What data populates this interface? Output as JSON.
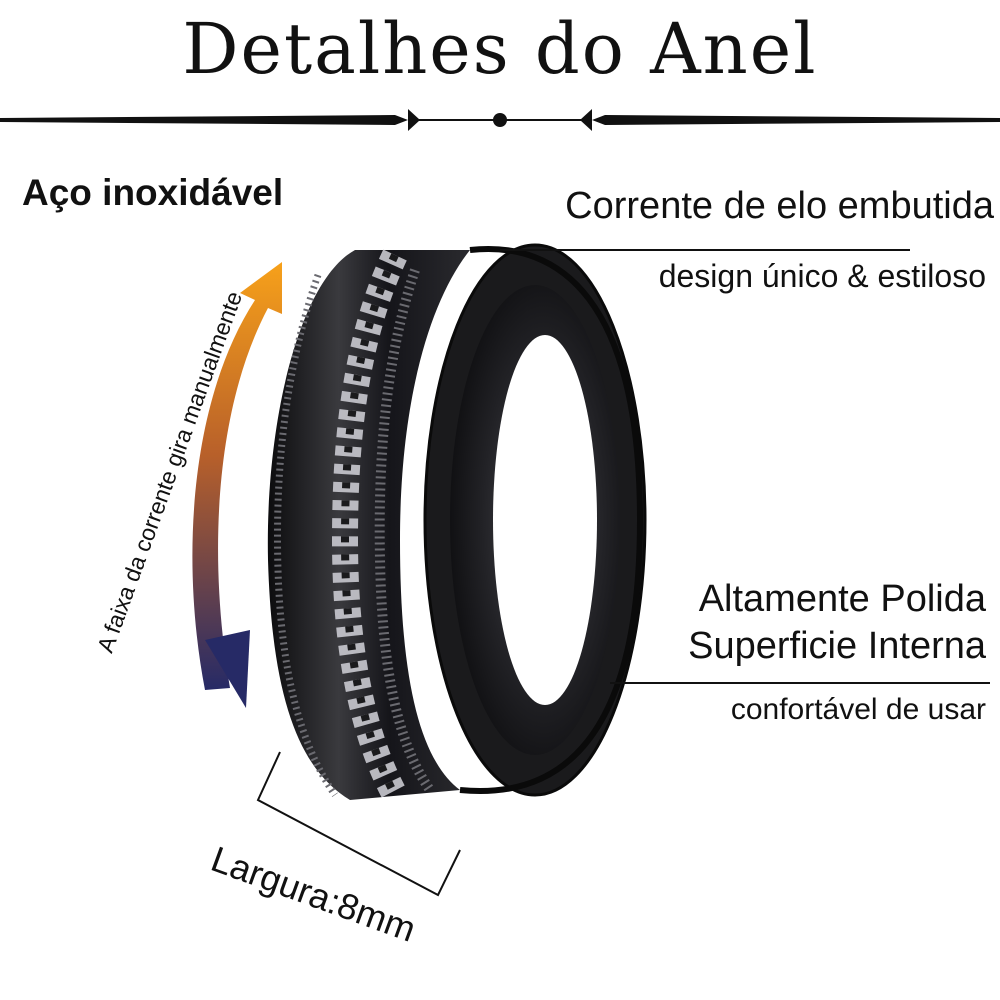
{
  "title": "Detalhes do Anel",
  "material": "Aço inoxidável",
  "chain": {
    "title": "Corrente de elo embutida",
    "subtitle": "design único & estiloso"
  },
  "polish": {
    "line1": "Altamente Polida",
    "line2": "Superficie Interna",
    "subtitle": "confortável de usar"
  },
  "rotation_note": "A faixa da corrente gira manualmente",
  "width_label": "Largura:8mm",
  "colors": {
    "arrow_top": "#f7a11a",
    "arrow_mid": "#a05a4a",
    "arrow_bottom": "#2a2f6a",
    "ring": "#1a1a1c",
    "text": "#111111"
  }
}
